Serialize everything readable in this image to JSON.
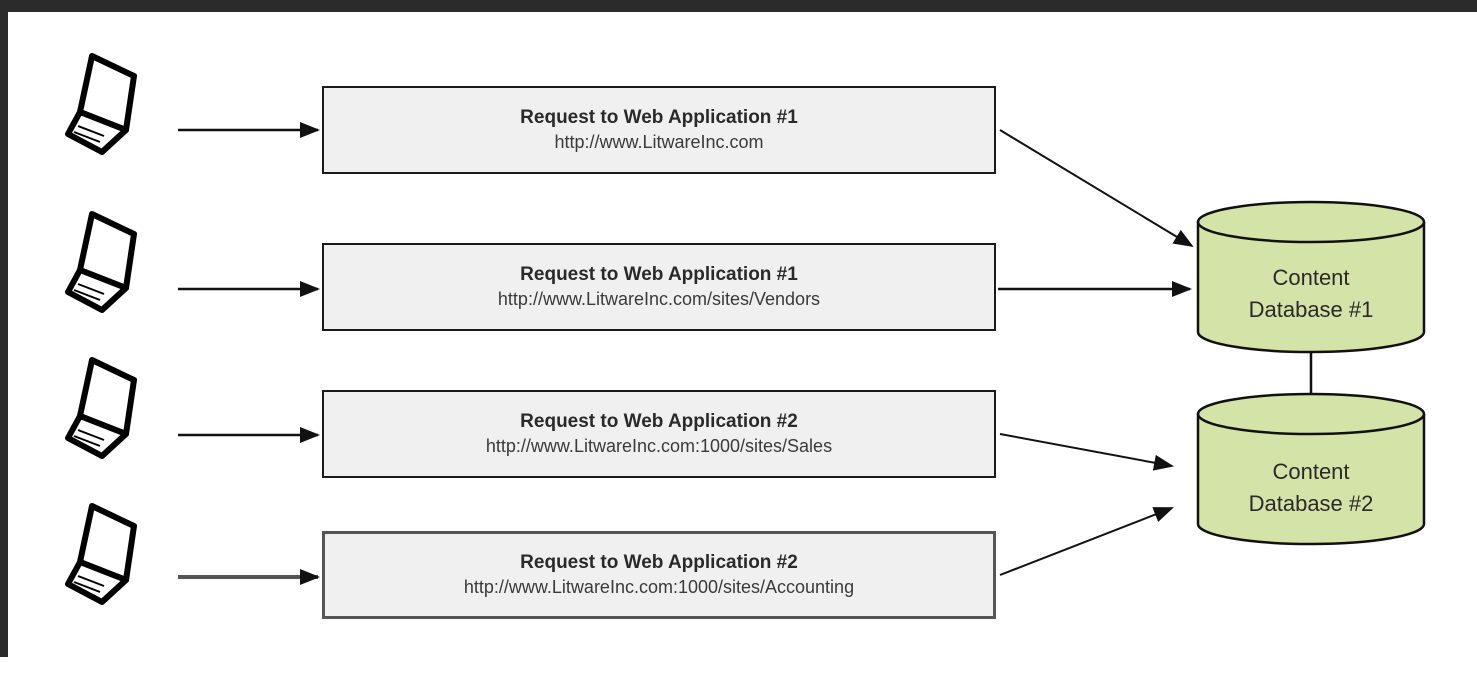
{
  "requests": [
    {
      "title": "Request to Web Application #1",
      "url": "http://www.LitwareInc.com"
    },
    {
      "title": "Request to Web Application #1",
      "url": "http://www.LitwareInc.com/sites/Vendors"
    },
    {
      "title": "Request to Web Application #2",
      "url": "http://www.LitwareInc.com:1000/sites/Sales"
    },
    {
      "title": "Request to Web Application #2",
      "url": "http://www.LitwareInc.com:1000/sites/Accounting"
    }
  ],
  "databases": [
    {
      "line1": "Content",
      "line2": "Database #1"
    },
    {
      "line1": "Content",
      "line2": "Database #2"
    }
  ],
  "colors": {
    "background": "#ffffff",
    "frame": "#2b2b2b",
    "box_fill": "#f0f0f0",
    "db_fill": "#d4e3a8",
    "stroke": "#111111"
  },
  "icons": [
    "laptop-icon",
    "laptop-icon",
    "laptop-icon",
    "laptop-icon"
  ]
}
